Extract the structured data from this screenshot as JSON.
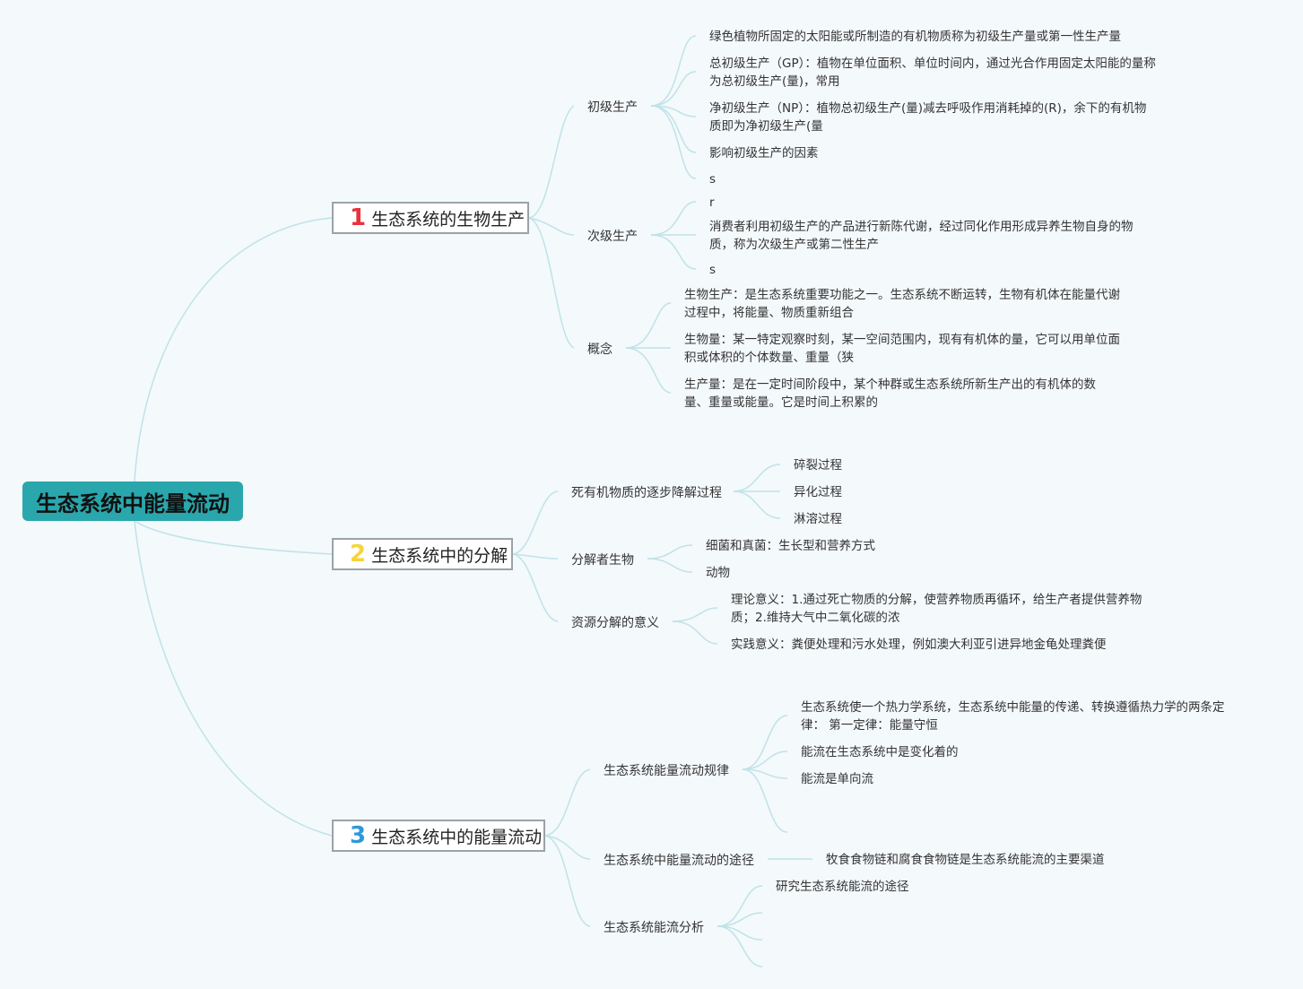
{
  "root": {
    "label": "生态系统中能量流动"
  },
  "branches": [
    {
      "number": "1",
      "number_color": "#e8323c",
      "label": "生态系统的生物生产",
      "children": [
        {
          "label": "初级生产",
          "leaves": [
            "绿色植物所固定的太阳能或所制造的有机物质称为初级生产量或第一性生产量",
            "总初级生产（GP）：植物在单位面积、单位时间内，通过光合作用固定太阳能的量称为总初级生产(量)，常用",
            "净初级生产（NP）：植物总初级生产(量)减去呼吸作用消耗掉的(R)，余下的有机物质即为净初级生产(量",
            "影响初级生产的因素",
            "s"
          ]
        },
        {
          "label": "次级生产",
          "leaves": [
            "r",
            "消费者利用初级生产的产品进行新陈代谢，经过同化作用形成异养生物自身的物质，称为次级生产或第二性生产",
            "s"
          ]
        },
        {
          "label": "概念",
          "leaves": [
            "生物生产：是生态系统重要功能之一。生态系统不断运转，生物有机体在能量代谢过程中，将能量、物质重新组合",
            "生物量：某一特定观察时刻，某一空间范围内，现有有机体的量，它可以用单位面积或体积的个体数量、重量（狭",
            "生产量：是在一定时间阶段中，某个种群或生态系统所新生产出的有机体的数量、重量或能量。它是时间上积累的"
          ]
        }
      ]
    },
    {
      "number": "2",
      "number_color": "#f5d43c",
      "label": "生态系统中的分解",
      "children": [
        {
          "label": "死有机物质的逐步降解过程",
          "leaves": [
            "碎裂过程",
            "异化过程",
            "淋溶过程"
          ]
        },
        {
          "label": "分解者生物",
          "leaves": [
            "细菌和真菌：生长型和营养方式",
            "动物"
          ]
        },
        {
          "label": "资源分解的意义",
          "leaves": [
            "理论意义：1.通过死亡物质的分解，使营养物质再循环，给生产者提供营养物质；2.维持大气中二氧化碳的浓",
            "实践意义：粪便处理和污水处理，例如澳大利亚引进异地金龟处理粪便"
          ]
        }
      ]
    },
    {
      "number": "3",
      "number_color": "#2c9ad8",
      "label": "生态系统中的能量流动",
      "children": [
        {
          "label": "生态系统能量流动规律",
          "leaves": [
            "生态系统使一个热力学系统，生态系统中能量的传递、转换遵循热力学的两条定律： 第一定律：能量守恒",
            "能流在生态系统中是变化着的",
            "能流是单向流"
          ]
        },
        {
          "label": "生态系统中能量流动的途径",
          "leaves": [
            "牧食食物链和腐食食物链是生态系统能流的主要渠道"
          ]
        },
        {
          "label": "生态系统能流分析",
          "leaves": [
            "研究生态系统能流的途径"
          ]
        }
      ]
    }
  ]
}
